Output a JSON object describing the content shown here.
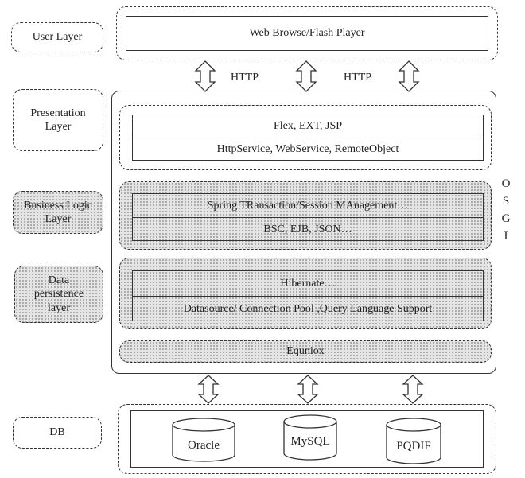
{
  "layers": {
    "user": "User Layer",
    "presentation": "Presentation Layer",
    "business": "Business Logic Layer",
    "data": "Data persistence layer",
    "db": "DB"
  },
  "user_layer": {
    "client": "Web Browse/Flash Player"
  },
  "http_labels": [
    "HTTP",
    "HTTP"
  ],
  "osgi_letters": [
    "O",
    "S",
    "G",
    "I"
  ],
  "presentation_layer": {
    "row1": "Flex, EXT, JSP",
    "row2": "HttpService, WebService, RemoteObject"
  },
  "business_layer": {
    "row1": "Spring TRansaction/Session MAnagement…",
    "row2": "BSC, EJB, JSON…"
  },
  "data_layer": {
    "row1": "Hibernate…",
    "row2": "Datasource/ Connection Pool ,Query Language Support"
  },
  "framework": {
    "equinox": "Equniox"
  },
  "databases": [
    "Oracle",
    "MySQL",
    "PQDIF"
  ]
}
